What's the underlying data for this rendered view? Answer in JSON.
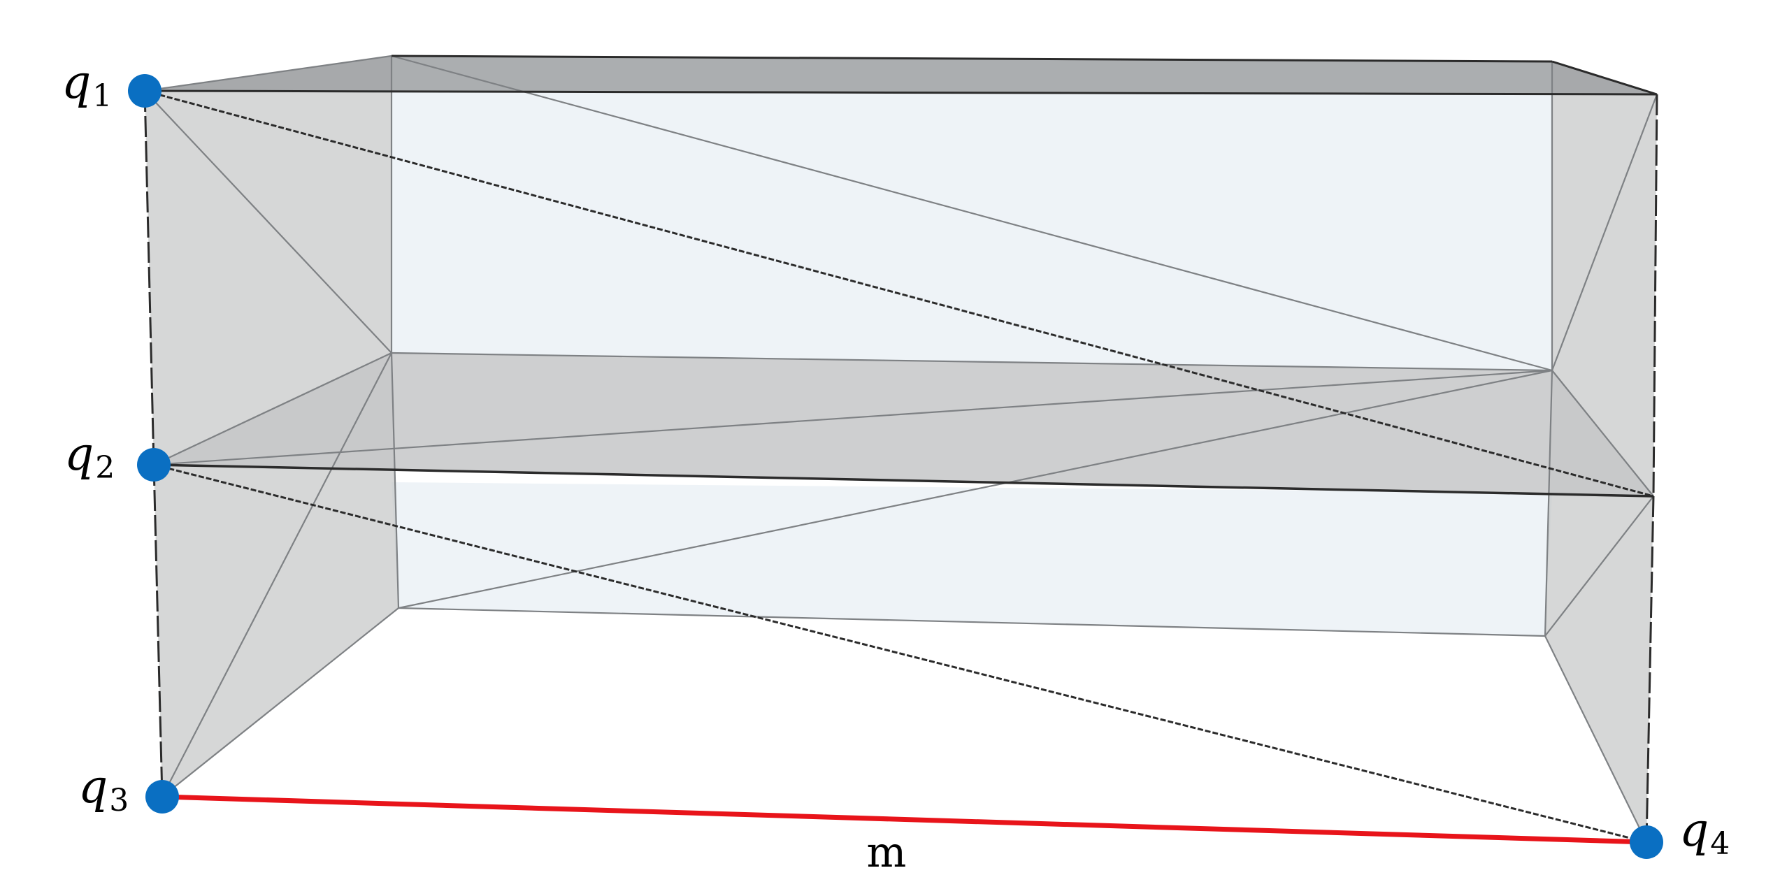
{
  "diagram": {
    "vertices": [
      {
        "id": "q1",
        "base": "q",
        "subscript": "1"
      },
      {
        "id": "q2",
        "base": "q",
        "subscript": "2"
      },
      {
        "id": "q3",
        "base": "q",
        "subscript": "3"
      },
      {
        "id": "q4",
        "base": "q",
        "subscript": "4"
      }
    ],
    "highlighted_edge": {
      "label": "m",
      "from": "q3",
      "to": "q4"
    },
    "colors": {
      "vertex": "#0a6fc2",
      "highlighted_edge": "#e8141a",
      "panel_light": "#eef3f7",
      "panel_gray": "#c8c9ca",
      "edge": "#7e8184",
      "edge_dark": "#2b2b2b"
    }
  }
}
